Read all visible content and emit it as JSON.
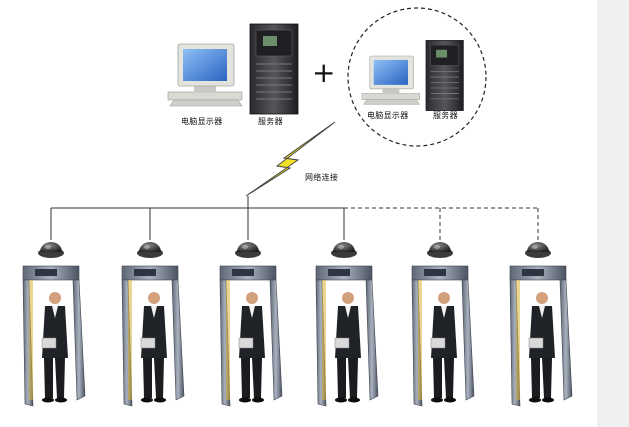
{
  "diagram": {
    "primary_station": {
      "monitor_label": "电脑显示器",
      "server_label": "服务器"
    },
    "plus_symbol": "+",
    "optional_station": {
      "monitor_label": "电脑显示器",
      "server_label": "服务器"
    },
    "network_label": "网络连接",
    "icons": {
      "network": "lightning-bolt-icon",
      "camera": "dome-camera-icon",
      "gate": "metal-detector-gate-icon",
      "person": "person-icon"
    },
    "colors": {
      "bolt": "#f2e22c",
      "screen": "#3f7fd8",
      "camera": "#3a3a3a",
      "gate_frame": "#7d8695"
    },
    "gates": [
      {
        "solid_link": true
      },
      {
        "solid_link": true
      },
      {
        "solid_link": true
      },
      {
        "solid_link": true
      },
      {
        "solid_link": false
      },
      {
        "solid_link": false
      }
    ]
  }
}
